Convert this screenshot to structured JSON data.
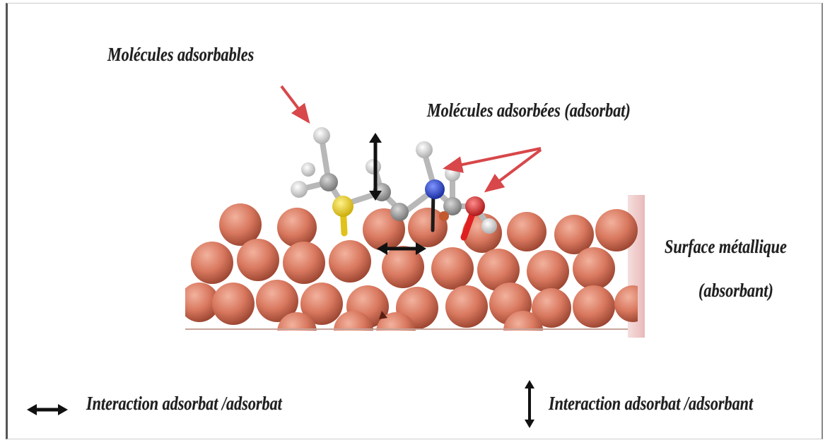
{
  "labels": {
    "adsorbable_molecules": "Molécules adsorbables",
    "adsorbed_molecules": "Molécules adsorbées (adsorbat)",
    "surface_line1": "Surface métallique",
    "surface_line2": "(absorbant)",
    "legend_adsorbate_adsorbate": "Interaction adsorbat /adsorbat",
    "legend_adsorbate_adsorbent": "Interaction adsorbat /adsorbant"
  },
  "colors": {
    "metal_atom": "#d9785f",
    "sulfur_atom": "#f2d21b",
    "nitrogen_atom": "#1e3fd0",
    "oxygen_atom": "#e02020",
    "carbon_atom": "#9a9a9a",
    "hydrogen_atom": "#f0f0f0",
    "pointer_arrow": "#d8474a",
    "interaction_arrow": "#111111"
  }
}
